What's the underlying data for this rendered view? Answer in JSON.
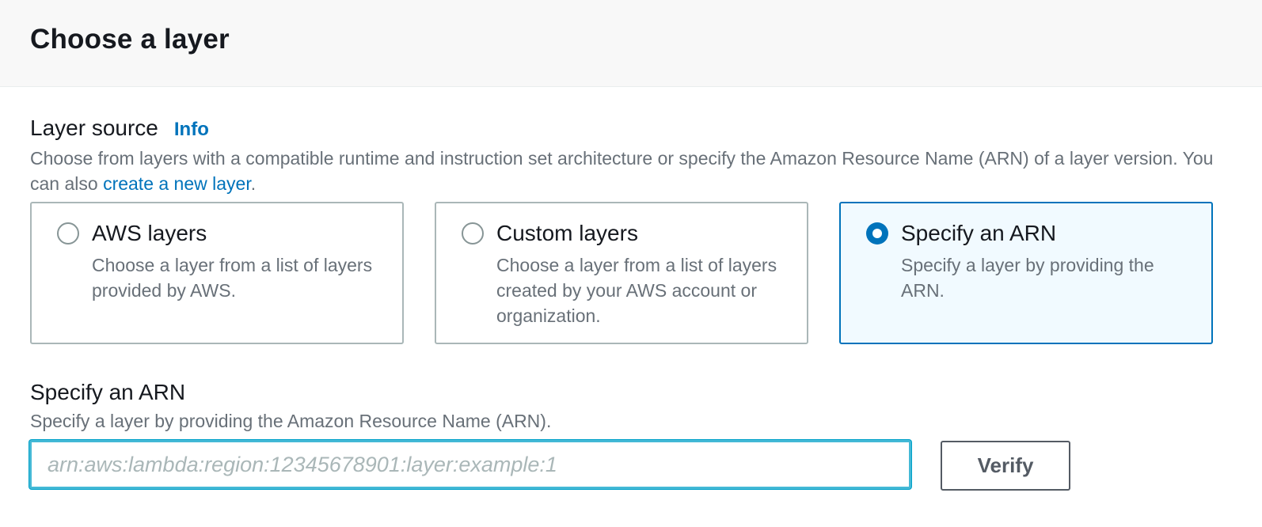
{
  "header": {
    "title": "Choose a layer"
  },
  "layer_source": {
    "label": "Layer source",
    "info_link": "Info",
    "description": "Choose from layers with a compatible runtime and instruction set architecture or specify the Amazon Resource Name (ARN) of a layer version. You can also ",
    "create_link": "create a new layer",
    "description_end": ".",
    "options": [
      {
        "title": "AWS layers",
        "description": "Choose a layer from a list of layers provided by AWS.",
        "selected": false
      },
      {
        "title": "Custom layers",
        "description": "Choose a layer from a list of layers created by your AWS account or organization.",
        "selected": false
      },
      {
        "title": "Specify an ARN",
        "description": "Specify a layer by providing the ARN.",
        "selected": true
      }
    ]
  },
  "arn": {
    "label": "Specify an ARN",
    "description": "Specify a layer by providing the Amazon Resource Name (ARN).",
    "placeholder": "arn:aws:lambda:region:12345678901:layer:example:1",
    "value": "",
    "verify_label": "Verify"
  },
  "colors": {
    "accent": "#0073bb",
    "selected_background": "#f1faff",
    "focus_border": "#44b9d6"
  }
}
